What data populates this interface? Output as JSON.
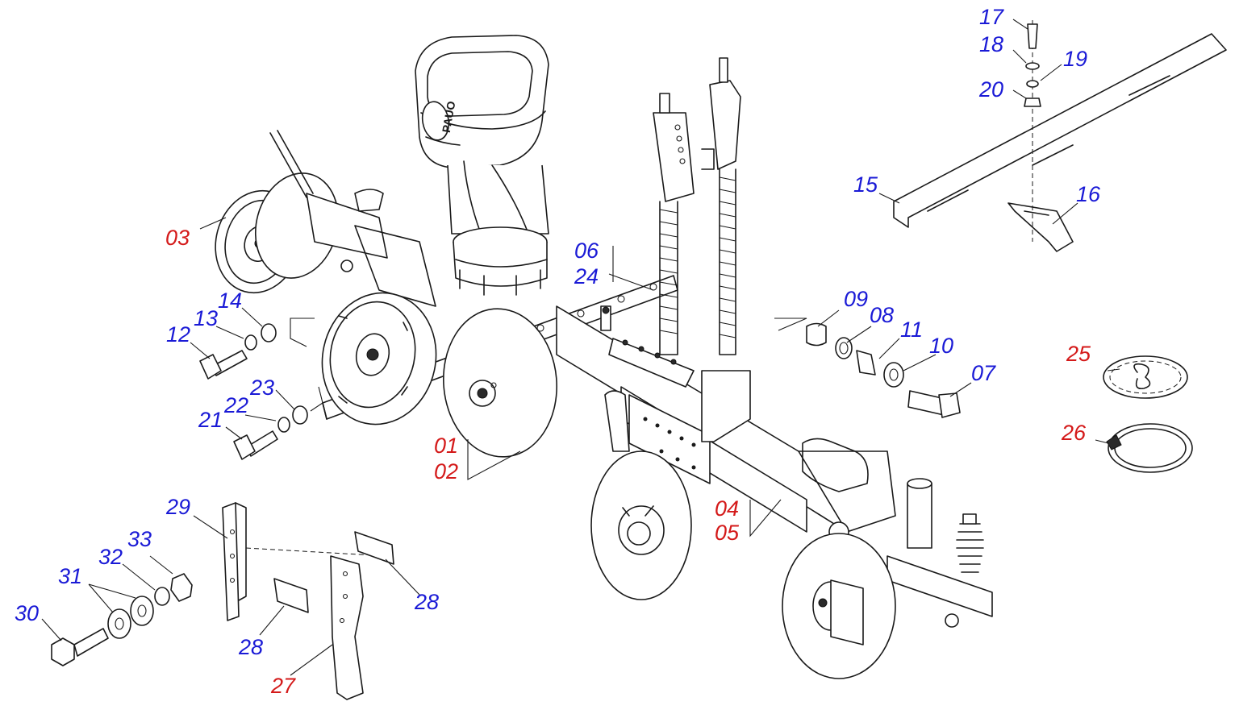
{
  "colors": {
    "blue_label": "#1a1ad6",
    "red_label": "#d41a1a",
    "line": "#1a1a1a"
  },
  "brand_logo": "PAUO",
  "callouts": [
    {
      "id": "c01",
      "text": "01",
      "color": "red"
    },
    {
      "id": "c02",
      "text": "02",
      "color": "red"
    },
    {
      "id": "c03",
      "text": "03",
      "color": "red"
    },
    {
      "id": "c04",
      "text": "04",
      "color": "red"
    },
    {
      "id": "c05",
      "text": "05",
      "color": "red"
    },
    {
      "id": "c06",
      "text": "06",
      "color": "blue"
    },
    {
      "id": "c07",
      "text": "07",
      "color": "blue"
    },
    {
      "id": "c08",
      "text": "08",
      "color": "blue"
    },
    {
      "id": "c09",
      "text": "09",
      "color": "blue"
    },
    {
      "id": "c10",
      "text": "10",
      "color": "blue"
    },
    {
      "id": "c11",
      "text": "11",
      "color": "blue"
    },
    {
      "id": "c12",
      "text": "12",
      "color": "blue"
    },
    {
      "id": "c13",
      "text": "13",
      "color": "blue"
    },
    {
      "id": "c14",
      "text": "14",
      "color": "blue"
    },
    {
      "id": "c15",
      "text": "15",
      "color": "blue"
    },
    {
      "id": "c16",
      "text": "16",
      "color": "blue"
    },
    {
      "id": "c17",
      "text": "17",
      "color": "blue"
    },
    {
      "id": "c18",
      "text": "18",
      "color": "blue"
    },
    {
      "id": "c19",
      "text": "19",
      "color": "blue"
    },
    {
      "id": "c20",
      "text": "20",
      "color": "blue"
    },
    {
      "id": "c21",
      "text": "21",
      "color": "blue"
    },
    {
      "id": "c22",
      "text": "22",
      "color": "blue"
    },
    {
      "id": "c23",
      "text": "23",
      "color": "blue"
    },
    {
      "id": "c24",
      "text": "24",
      "color": "blue"
    },
    {
      "id": "c25",
      "text": "25",
      "color": "red"
    },
    {
      "id": "c26",
      "text": "26",
      "color": "red"
    },
    {
      "id": "c27",
      "text": "27",
      "color": "red"
    },
    {
      "id": "c28a",
      "text": "28",
      "color": "blue"
    },
    {
      "id": "c28b",
      "text": "28",
      "color": "blue"
    },
    {
      "id": "c29",
      "text": "29",
      "color": "blue"
    },
    {
      "id": "c30",
      "text": "30",
      "color": "blue"
    },
    {
      "id": "c31",
      "text": "31",
      "color": "blue"
    },
    {
      "id": "c32",
      "text": "32",
      "color": "blue"
    },
    {
      "id": "c33",
      "text": "33",
      "color": "blue"
    }
  ]
}
